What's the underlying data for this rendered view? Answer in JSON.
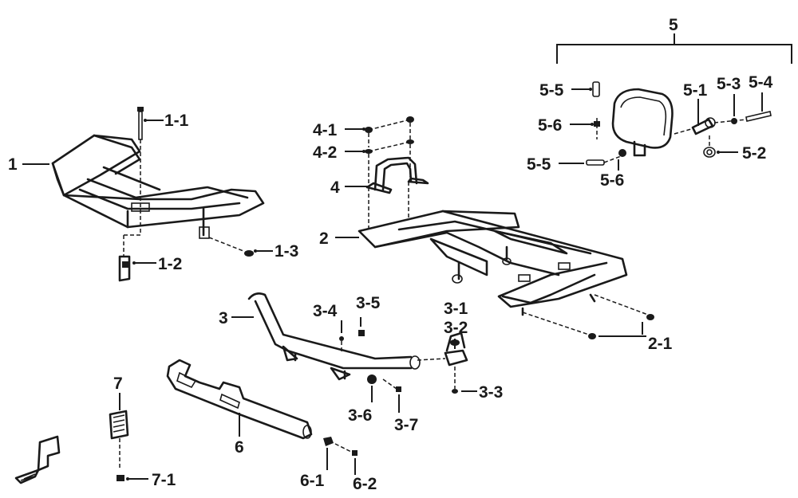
{
  "labels": {
    "p1": "1",
    "p1_1": "1-1",
    "p1_2": "1-2",
    "p1_3": "1-3",
    "p2": "2",
    "p2_1": "2-1",
    "p3": "3",
    "p3_1": "3-1",
    "p3_2": "3-2",
    "p3_3": "3-3",
    "p3_4": "3-4",
    "p3_5": "3-5",
    "p3_6": "3-6",
    "p3_7": "3-7",
    "p4": "4",
    "p4_1": "4-1",
    "p4_2": "4-2",
    "p5": "5",
    "p5_1": "5-1",
    "p5_2": "5-2",
    "p5_3": "5-3",
    "p5_4": "5-4",
    "p5_5a": "5-5",
    "p5_5b": "5-5",
    "p5_6a": "5-6",
    "p5_6b": "5-6",
    "p6": "6",
    "p6_1": "6-1",
    "p6_2": "6-2",
    "p7": "7",
    "p7_1": "7-1"
  }
}
